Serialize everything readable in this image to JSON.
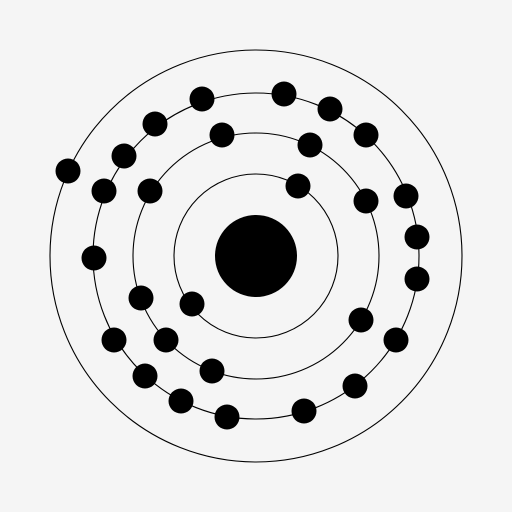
{
  "diagram": {
    "type": "atomic-electron-shell-model",
    "colors": {
      "background": "#f5f5f5",
      "ink": "#000000"
    },
    "nucleus": {
      "label": ""
    },
    "shells": [
      {
        "index": 1,
        "electrons": 2
      },
      {
        "index": 2,
        "electrons": 8
      },
      {
        "index": 3,
        "electrons": 18
      },
      {
        "index": 4,
        "electrons": 1
      }
    ]
  }
}
